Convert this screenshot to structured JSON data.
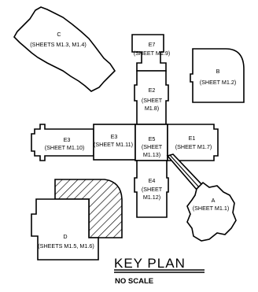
{
  "areas": {
    "c": {
      "letter": "C",
      "sheets": "(SHEETS M1.3, M1.4)"
    },
    "e7": {
      "letter": "E7",
      "sheets": "(SHEET M1.9)"
    },
    "b": {
      "letter": "B",
      "sheets": "(SHEET M1.2)"
    },
    "e2": {
      "letter": "E2",
      "sheets_line1": "(SHEET",
      "sheets_line2": "M1.8)"
    },
    "e3a": {
      "letter": "E3",
      "sheets": "(SHEET M1.10)"
    },
    "e3b": {
      "letter": "E3",
      "sheets": "(SHEET M1.11)"
    },
    "e5": {
      "letter": "E5",
      "sheets_line1": "(SHEET",
      "sheets_line2": "M1.13)"
    },
    "e1": {
      "letter": "E1",
      "sheets": "(SHEET M1.7)"
    },
    "e4": {
      "letter": "E4",
      "sheets_line1": "(SHEET",
      "sheets_line2": "M1.12)"
    },
    "a": {
      "letter": "A",
      "sheets": "(SHEET M1.1)"
    },
    "d": {
      "letter": "D",
      "sheets": "(SHEETS M1.5, M1.6)"
    }
  },
  "title": "KEY PLAN",
  "scale_note": "NO SCALE"
}
